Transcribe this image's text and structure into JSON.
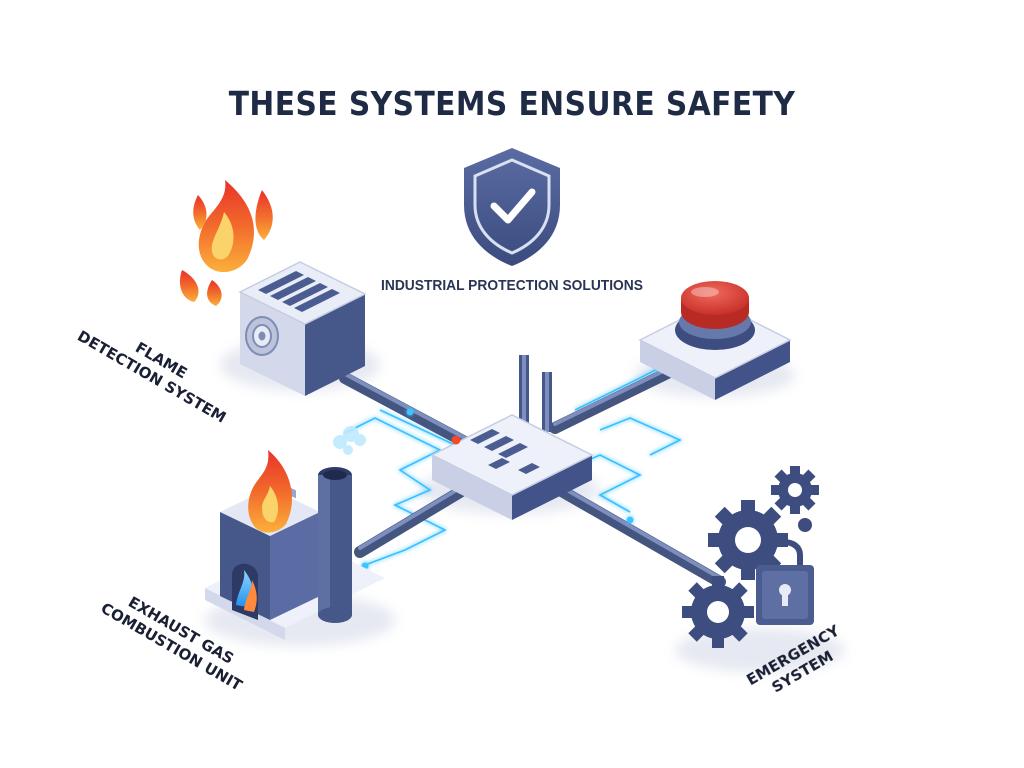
{
  "header": {
    "title": "THESE SYSTEMS ENSURE SAFETY",
    "subtitle": "INDUSTRIAL PROTECTION SOLUTIONS"
  },
  "labels": {
    "flame": [
      "FLAME",
      "DETECTION SYSTEM"
    ],
    "exhaust": [
      "EXHAUST GAS",
      "COMBUSTION UNIT"
    ],
    "emergency": [
      "EMERGENCY",
      "SYSTEM"
    ]
  },
  "icons": {
    "shield": "shield-check-icon",
    "flame": "flame-icon",
    "button": "emergency-stop-button-icon",
    "gears": "gear-icon",
    "lock": "padlock-icon"
  },
  "colors": {
    "navy": "#3d4d80",
    "slate": "#5e6fa3",
    "light_panel": "#e9edf7",
    "glow": "#2fb8ff",
    "fire_red": "#f04a2a",
    "fire_orange": "#fba23c",
    "button_red": "#d93a33",
    "title": "#1f2a44"
  }
}
